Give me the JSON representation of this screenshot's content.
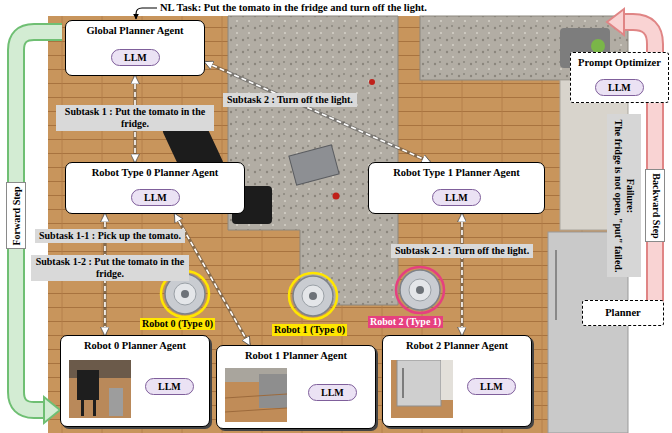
{
  "diagram": {
    "title": "NL Task: Put the tomato in the fridge and turn off the light.",
    "nodes": [
      {
        "text": [
          "Global Planner Agent"
        ]
      },
      {
        "text": [
          "LLM"
        ],
        "in": 0
      },
      {
        "text": [
          "Prompt Optimizer"
        ]
      },
      {
        "text": [
          "LLM"
        ],
        "in": 2
      },
      {
        "text": [
          "Robot Type 0 Planner Agent"
        ]
      },
      {
        "text": [
          "LLM"
        ],
        "in": 4
      },
      {
        "text": [
          "Robot Type 1 Planner Agent"
        ]
      },
      {
        "text": [
          "LLM"
        ],
        "in": 6
      },
      {
        "text": [
          "Failure:",
          "The fridge is not open, \"put\" failed."
        ]
      },
      {
        "text": [
          "Forward Step"
        ]
      },
      {
        "text": [
          "Backward Step"
        ]
      },
      {
        "text": [
          "Robot 0 Planner Agent"
        ]
      },
      {
        "text": [
          "LLM"
        ],
        "in": 11
      },
      {
        "text": [
          "Robot 1 Planner Agent"
        ]
      },
      {
        "text": [
          "LLM"
        ],
        "in": 13
      },
      {
        "text": [
          "Robot 2 Planner Agent"
        ]
      },
      {
        "text": [
          "LLM"
        ],
        "in": 15
      },
      {
        "text": [
          "Planner"
        ]
      }
    ],
    "edges": [
      {
        "from": 0,
        "to": 4,
        "label": "Subtask 1 : Put the tomato in the fridge.",
        "arrow": "both"
      },
      {
        "from": 0,
        "to": 6,
        "label": "Subtask 2 : Turn off the light.",
        "arrow": "both"
      },
      {
        "from": 4,
        "to": 11,
        "label": "Subtask 1-1 : Pick up the tomato.",
        "arrow": "both"
      },
      {
        "from": 4,
        "to": 13,
        "label": "Subtask 1-2 : Put the tomato in the fridge.",
        "arrow": "both"
      },
      {
        "from": 6,
        "to": 15,
        "label": "Subtask 2-1 : Turn off the light.",
        "arrow": "both"
      }
    ],
    "labels": [
      "Robot 0 (Type 0)",
      "Robot 1 (Type 0)",
      "Robot 2 (Type 1)"
    ]
  }
}
